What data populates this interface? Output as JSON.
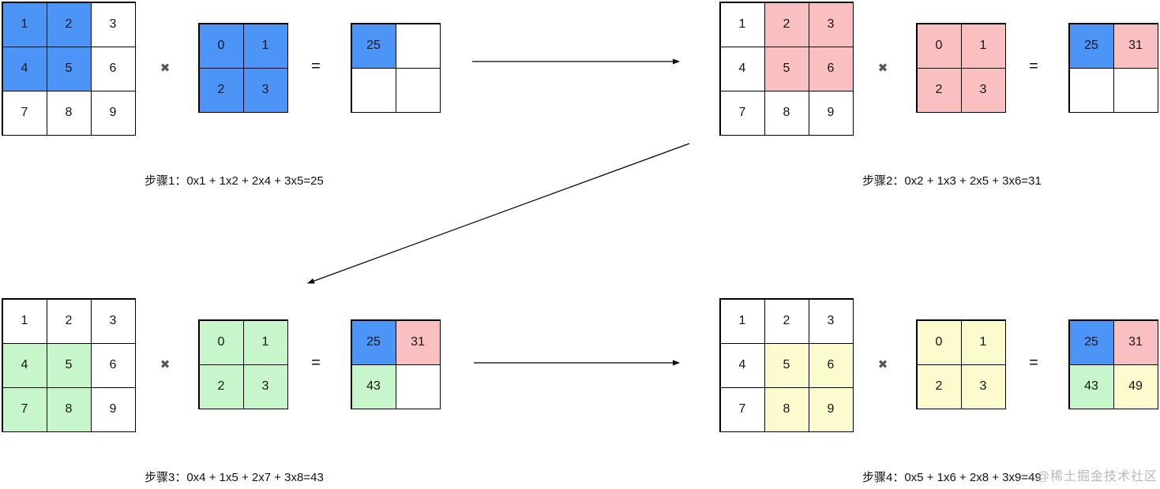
{
  "colors": {
    "blue": "#4D94F7",
    "pink": "#F9BFC1",
    "green": "#C6F6C9",
    "yellow": "#FBFBCD",
    "white": "#FFFFFF"
  },
  "operators": {
    "multiply": "✖",
    "equals": "="
  },
  "watermark": {
    "text": "@稀土掘金技术社区"
  },
  "steps": [
    {
      "label": "步骤1：0x1 + 1x2 + 2x4 + 3x5=25",
      "input": {
        "values": [
          [
            "1",
            "2",
            "3"
          ],
          [
            "4",
            "5",
            "6"
          ],
          [
            "7",
            "8",
            "9"
          ]
        ],
        "fills": [
          [
            "blue",
            "blue",
            "white"
          ],
          [
            "blue",
            "blue",
            "white"
          ],
          [
            "white",
            "white",
            "white"
          ]
        ]
      },
      "kernel": {
        "values": [
          [
            "0",
            "1"
          ],
          [
            "2",
            "3"
          ]
        ],
        "fills": [
          [
            "blue",
            "blue"
          ],
          [
            "blue",
            "blue"
          ]
        ]
      },
      "output": {
        "values": [
          [
            "25",
            ""
          ],
          [
            "",
            ""
          ]
        ],
        "fills": [
          [
            "blue",
            "white"
          ],
          [
            "white",
            "white"
          ]
        ]
      }
    },
    {
      "label": "步骤2：0x2 + 1x3 + 2x5 + 3x6=31",
      "input": {
        "values": [
          [
            "1",
            "2",
            "3"
          ],
          [
            "4",
            "5",
            "6"
          ],
          [
            "7",
            "8",
            "9"
          ]
        ],
        "fills": [
          [
            "white",
            "pink",
            "pink"
          ],
          [
            "white",
            "pink",
            "pink"
          ],
          [
            "white",
            "white",
            "white"
          ]
        ]
      },
      "kernel": {
        "values": [
          [
            "0",
            "1"
          ],
          [
            "2",
            "3"
          ]
        ],
        "fills": [
          [
            "pink",
            "pink"
          ],
          [
            "pink",
            "pink"
          ]
        ]
      },
      "output": {
        "values": [
          [
            "25",
            "31"
          ],
          [
            "",
            ""
          ]
        ],
        "fills": [
          [
            "blue",
            "pink"
          ],
          [
            "white",
            "white"
          ]
        ]
      }
    },
    {
      "label": "步骤3：0x4 + 1x5 + 2x7 + 3x8=43",
      "input": {
        "values": [
          [
            "1",
            "2",
            "3"
          ],
          [
            "4",
            "5",
            "6"
          ],
          [
            "7",
            "8",
            "9"
          ]
        ],
        "fills": [
          [
            "white",
            "white",
            "white"
          ],
          [
            "green",
            "green",
            "white"
          ],
          [
            "green",
            "green",
            "white"
          ]
        ]
      },
      "kernel": {
        "values": [
          [
            "0",
            "1"
          ],
          [
            "2",
            "3"
          ]
        ],
        "fills": [
          [
            "green",
            "green"
          ],
          [
            "green",
            "green"
          ]
        ]
      },
      "output": {
        "values": [
          [
            "25",
            "31"
          ],
          [
            "43",
            ""
          ]
        ],
        "fills": [
          [
            "blue",
            "pink"
          ],
          [
            "green",
            "white"
          ]
        ]
      }
    },
    {
      "label": "步骤4：0x5 + 1x6 + 2x8 + 3x9=49",
      "input": {
        "values": [
          [
            "1",
            "2",
            "3"
          ],
          [
            "4",
            "5",
            "6"
          ],
          [
            "7",
            "8",
            "9"
          ]
        ],
        "fills": [
          [
            "white",
            "white",
            "white"
          ],
          [
            "white",
            "yellow",
            "yellow"
          ],
          [
            "white",
            "yellow",
            "yellow"
          ]
        ]
      },
      "kernel": {
        "values": [
          [
            "0",
            "1"
          ],
          [
            "2",
            "3"
          ]
        ],
        "fills": [
          [
            "yellow",
            "yellow"
          ],
          [
            "yellow",
            "yellow"
          ]
        ]
      },
      "output": {
        "values": [
          [
            "25",
            "31"
          ],
          [
            "43",
            "49"
          ]
        ],
        "fills": [
          [
            "blue",
            "pink"
          ],
          [
            "green",
            "yellow"
          ]
        ]
      }
    }
  ]
}
